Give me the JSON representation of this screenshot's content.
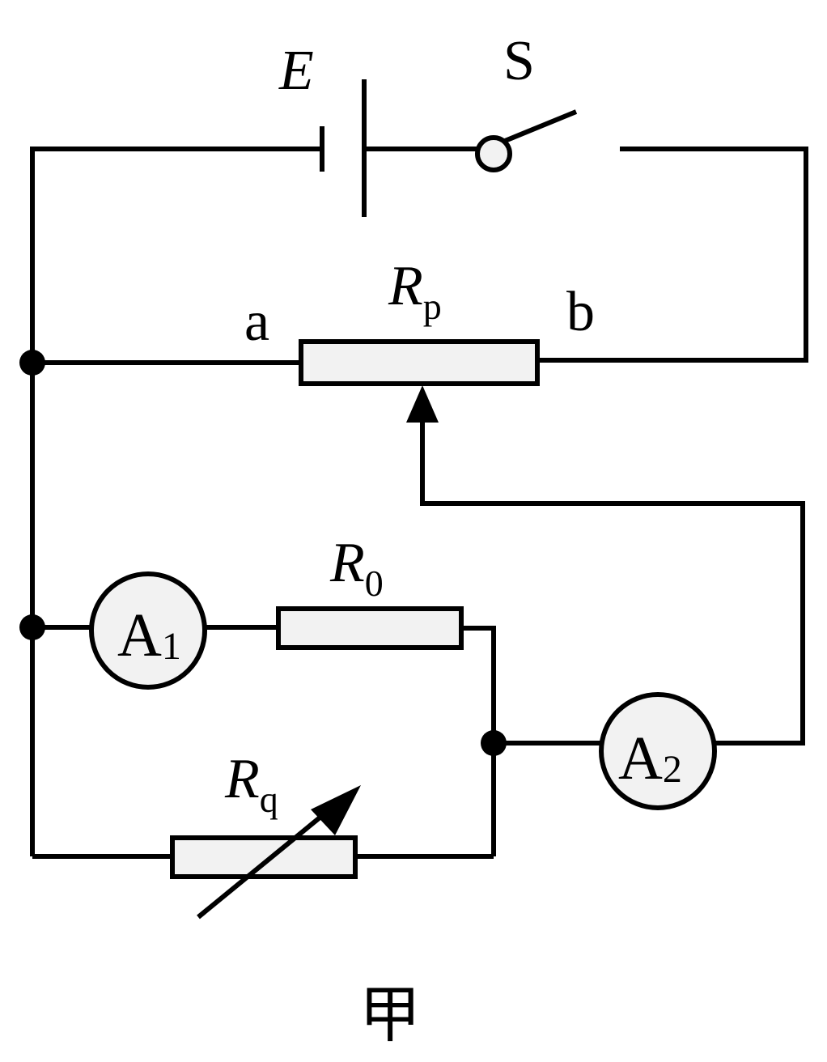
{
  "labels": {
    "battery": "E",
    "switch": "S",
    "rheostat_main": "R",
    "rheostat_sub": "p",
    "end_a": "a",
    "end_b": "b",
    "fixed_resistor_main": "R",
    "fixed_resistor_sub": "0",
    "variable_resistor_main": "R",
    "variable_resistor_sub": "q",
    "ammeter1_main": "A",
    "ammeter1_sub": "1",
    "ammeter2_main": "A",
    "ammeter2_sub": "2",
    "caption": "甲"
  }
}
